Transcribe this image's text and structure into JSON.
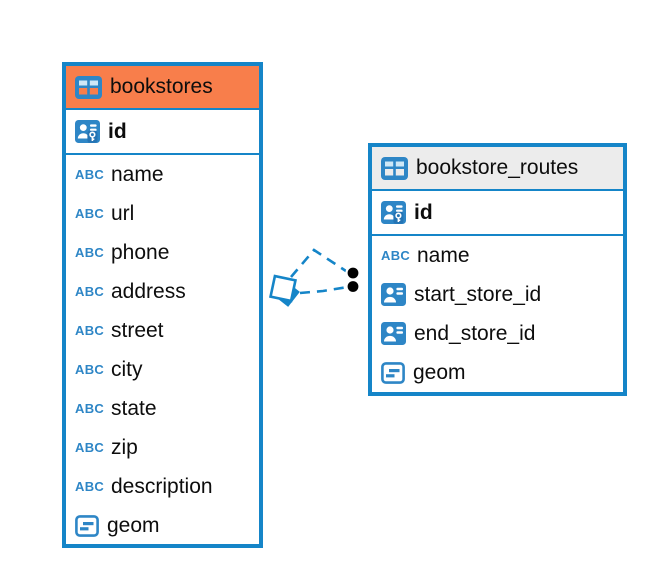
{
  "diagram": {
    "background": "#ffffff",
    "accent_blue": "#1585c8",
    "icon_blue": "#2e86c6",
    "text_color": "#0d0d0d"
  },
  "icons": {
    "abc_label": "ABC"
  },
  "tables": [
    {
      "name": "bookstores",
      "header_bg": "#f87e4b",
      "header_icon": "table-icon",
      "primary_key": {
        "name": "id",
        "icon": "person-key-icon"
      },
      "columns": [
        {
          "name": "name",
          "icon": "abc-text-icon"
        },
        {
          "name": "url",
          "icon": "abc-text-icon"
        },
        {
          "name": "phone",
          "icon": "abc-text-icon"
        },
        {
          "name": "address",
          "icon": "abc-text-icon"
        },
        {
          "name": "street",
          "icon": "abc-text-icon"
        },
        {
          "name": "city",
          "icon": "abc-text-icon"
        },
        {
          "name": "state",
          "icon": "abc-text-icon"
        },
        {
          "name": "zip",
          "icon": "abc-text-icon"
        },
        {
          "name": "description",
          "icon": "abc-text-icon"
        },
        {
          "name": "geom",
          "icon": "geometry-icon"
        }
      ]
    },
    {
      "name": "bookstore_routes",
      "header_bg": "#ececec",
      "header_icon": "table-icon",
      "primary_key": {
        "name": "id",
        "icon": "person-key-icon"
      },
      "columns": [
        {
          "name": "name",
          "icon": "abc-text-icon"
        },
        {
          "name": "start_store_id",
          "icon": "person-ref-icon"
        },
        {
          "name": "end_store_id",
          "icon": "person-ref-icon"
        },
        {
          "name": "geom",
          "icon": "geometry-icon"
        }
      ]
    }
  ],
  "relationship": {
    "from_table": "bookstores",
    "to_table": "bookstore_routes",
    "line_style": "dashed",
    "line_color": "#1585c8",
    "source_marker": "diamond-pair-marker",
    "target_marker": "dot-pair-marker",
    "dot_color": "#000000"
  }
}
